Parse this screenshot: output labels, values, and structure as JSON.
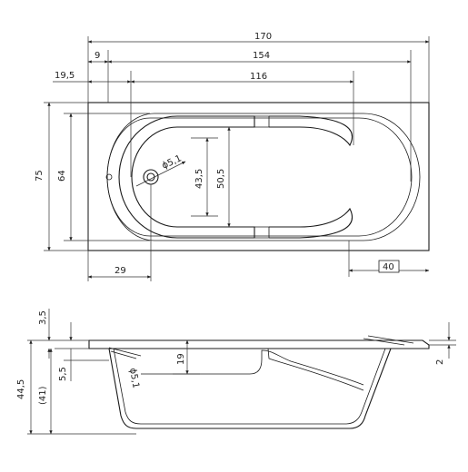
{
  "top_view": {
    "dims": {
      "overall_length": "170",
      "offset_9": "9",
      "inner_length": "154",
      "offset_19_5": "19,5",
      "basin_length": "116",
      "overall_width": "75",
      "inner_width": "64",
      "drain_offset": "29",
      "head_rest": "40",
      "drain_diameter": "ϕ5,1",
      "bottom_width_1": "43,5",
      "bottom_width_2": "50,5"
    }
  },
  "side_view": {
    "dims": {
      "rim_height": "3,5",
      "overflow_height": "5,5",
      "total_height": "44,5",
      "inner_height": "(41)",
      "depth_19": "19",
      "drain_diameter": "ϕ5,1",
      "rim_thickness": "2"
    }
  }
}
